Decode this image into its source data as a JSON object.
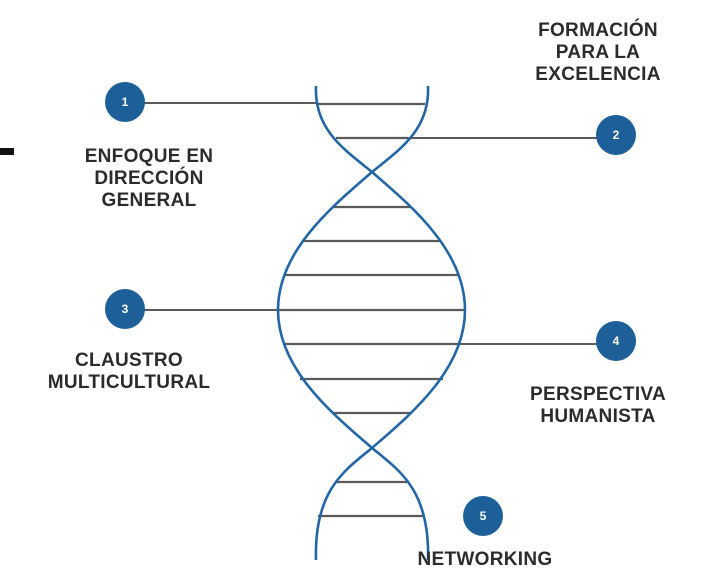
{
  "colors": {
    "strand": "#2366a5",
    "rung": "#5a5a5a",
    "badge": "#1d5f99",
    "badge_text": "#ffffff",
    "label_text": "#2b2b2b"
  },
  "items": [
    {
      "number": "1",
      "label": "ENFOQUE EN\nDIRECCIÓN\nGENERAL"
    },
    {
      "number": "2",
      "label": "FORMACIÓN\nPARA LA\nEXCELENCIA"
    },
    {
      "number": "3",
      "label": "CLAUSTRO\nMULTICULTURAL"
    },
    {
      "number": "4",
      "label": "PERSPECTIVA\nHUMANISTA"
    },
    {
      "number": "5",
      "label": "NETWORKING"
    }
  ]
}
